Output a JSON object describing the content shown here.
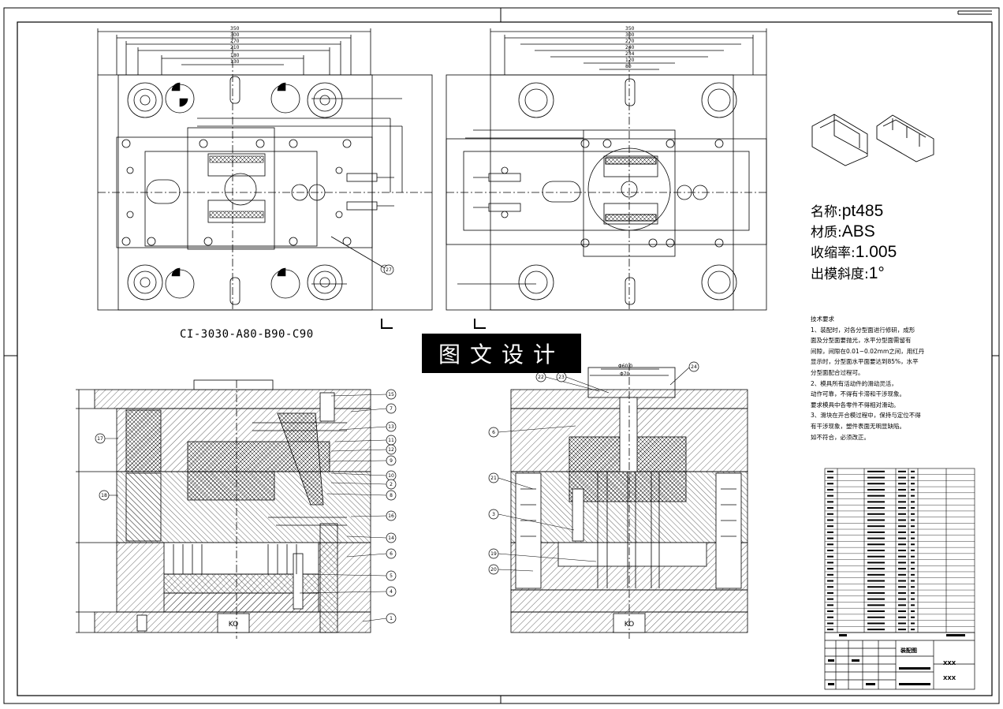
{
  "drawing": {
    "model_code": "CI-3030-A80-B90-C90",
    "watermark": "图文设计",
    "ko_label": "KO",
    "top_dims_left": [
      "350",
      "300",
      "270",
      "210",
      "180",
      "130"
    ],
    "top_dims_right": [
      "350",
      "300",
      "270",
      "240",
      "234",
      "120",
      "80"
    ],
    "section_dims_right": [
      "Φ60.0",
      "Φ70"
    ],
    "left_callouts": [
      "15",
      "7",
      "13",
      "11",
      "12",
      "9",
      "10",
      "2",
      "8",
      "16",
      "14",
      "6",
      "5",
      "4",
      "1",
      "17",
      "18",
      "27"
    ],
    "right_callouts": [
      "22",
      "23",
      "24",
      "6",
      "21",
      "3",
      "19",
      "20"
    ]
  },
  "spec": {
    "name_label": "名称:",
    "name_value": "pt485",
    "material_label": "材质:",
    "material_value": "ABS",
    "shrink_label": "收缩率:",
    "shrink_value": "1.005",
    "draft_label": "出模斜度:",
    "draft_value": "1°"
  },
  "notes": {
    "title": "技术要求",
    "lines": [
      "1、装配时，对各分型面进行修研，成形",
      "面及分型面要抛光，水平分型面需留有",
      "间隙，间隙在0.01~0.02mm之间，用红丹",
      "显示时，分型面水平面要达到85%，水平",
      "分型面配合过程可。",
      "2、模具所有活动件的滑动灵活，",
      "动作可靠，不得有卡滞和干涉现象。",
      "要求模具中各零件不得相对滑动。",
      "3、滑块在开合模过程中，保持与定位不得",
      "有干涉现象，塑件表面无明显缺陷。",
      "如不符合，必须改正。"
    ]
  },
  "titleblock": {
    "title": "装配图",
    "xxx_1": "XXX",
    "xxx_2": "XXX"
  }
}
